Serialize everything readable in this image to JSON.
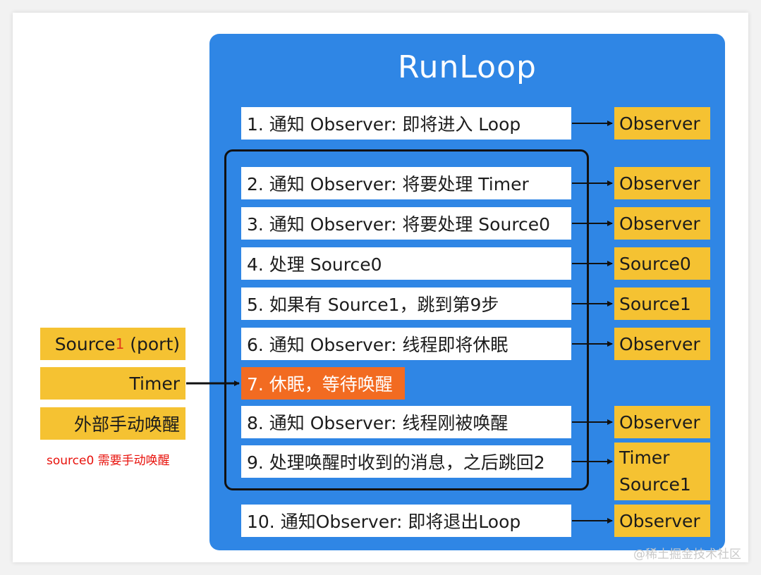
{
  "title": "RunLoop",
  "steps": [
    {
      "label": "1. 通知 Observer: 即将进入 Loop",
      "output": "Observer"
    },
    {
      "label": "2. 通知 Observer: 将要处理 Timer",
      "output": "Observer"
    },
    {
      "label": "3. 通知 Observer: 将要处理 Source0",
      "output": "Observer"
    },
    {
      "label": "4. 处理 Source0",
      "output": "Source0"
    },
    {
      "label": "5. 如果有 Source1，跳到第9步",
      "output": "Source1"
    },
    {
      "label": "6. 通知 Observer: 线程即将休眠",
      "output": "Observer"
    },
    {
      "label": "7. 休眠，等待唤醒"
    },
    {
      "label": "8. 通知 Observer: 线程刚被唤醒",
      "output": "Observer"
    },
    {
      "label": "9. 处理唤醒时收到的消息，之后跳回2",
      "output_lines": [
        "Timer",
        "Source1"
      ]
    },
    {
      "label": "10. 通知Observer: 即将退出Loop",
      "output": "Observer"
    }
  ],
  "wake_sources": {
    "source1_prefix": "Source",
    "source1_mark": "1",
    "source1_suffix": " (port)",
    "timer": "Timer",
    "manual": "外部手动唤醒"
  },
  "note": "source0 需要手动唤醒",
  "watermark": "@稀土掘金技术社区",
  "colors": {
    "panel": "#2f86e5",
    "step_box": "#ffffff",
    "active_step": "#f26b21",
    "output_box": "#f5c232",
    "note": "#e8120c"
  }
}
